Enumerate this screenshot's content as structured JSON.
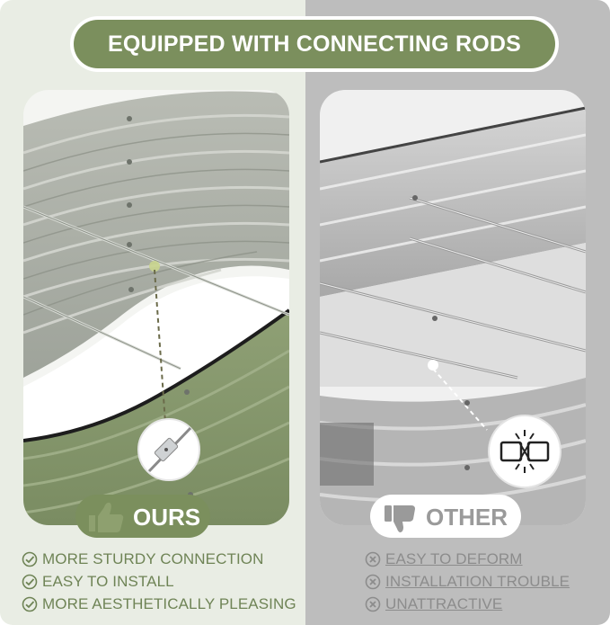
{
  "banner": {
    "title": "EQUIPPED WITH CONNECTING RODS"
  },
  "ours": {
    "label": "OURS",
    "icon": "thumbs-up-icon",
    "accent": "#7b8f5d",
    "panel_bg": "#e9ede4",
    "features": [
      {
        "icon": "check-circle-icon",
        "text": "MORE STURDY CONNECTION"
      },
      {
        "icon": "check-circle-icon",
        "text": "EASY TO INSTALL"
      },
      {
        "icon": "check-circle-icon",
        "text": "MORE AESTHETICALLY PLEASING"
      }
    ]
  },
  "other": {
    "label": "OTHER",
    "icon": "thumbs-down-icon",
    "panel_bg": "#bdbdbd",
    "features": [
      {
        "icon": "x-circle-icon",
        "text": "EASY TO DEFORM"
      },
      {
        "icon": "x-circle-icon",
        "text": "INSTALLATION TROUBLE"
      },
      {
        "icon": "x-circle-icon",
        "text": "UNATTRACTIVE"
      }
    ]
  },
  "images": {
    "ours_photo": "green-garden-bed-with-connecting-rods",
    "ours_zoom": "rod-connector-closeup-icon",
    "other_photo": "silver-garden-bed-with-rods",
    "other_zoom": "broken-connector-icon"
  }
}
